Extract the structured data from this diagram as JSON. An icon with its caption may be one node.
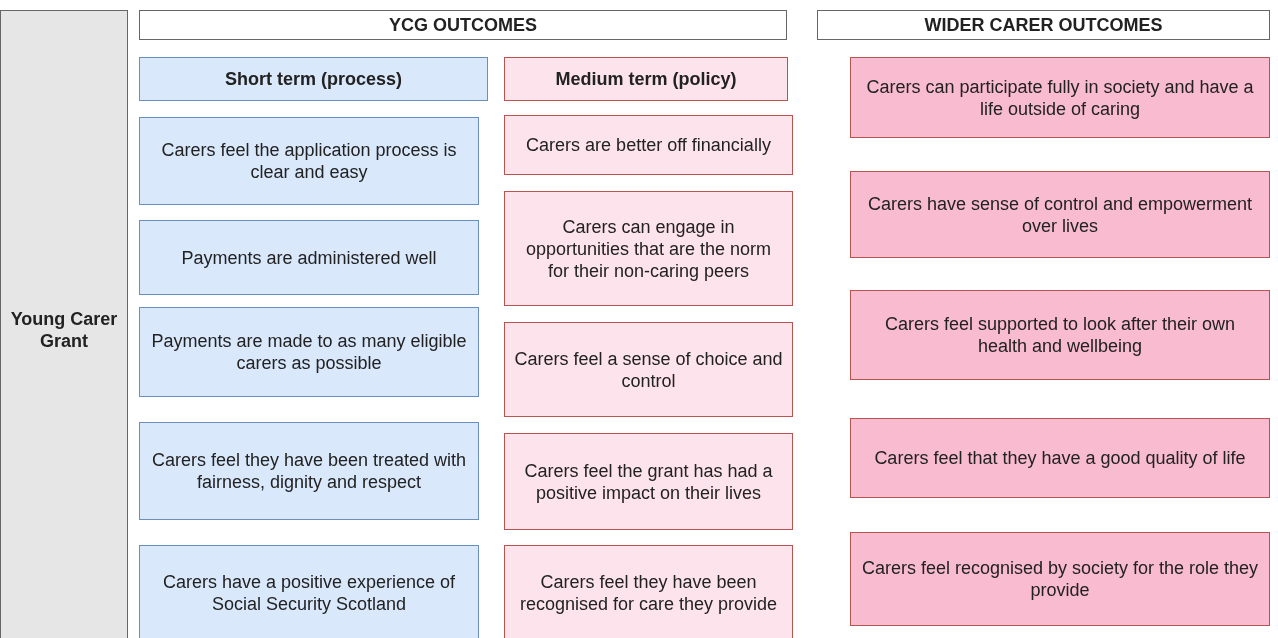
{
  "diagram": {
    "nodes": [
      {
        "text": [
          "Young Carer Grant"
        ]
      },
      {
        "text": [
          "YCG OUTCOMES"
        ]
      },
      {
        "text": [
          "WIDER CARER OUTCOMES"
        ]
      },
      {
        "text": [
          "Short term (process)"
        ]
      },
      {
        "text": [
          "Medium term (policy)"
        ]
      },
      {
        "text": [
          "Carers feel the application process is clear and easy"
        ]
      },
      {
        "text": [
          "Payments are administered well"
        ]
      },
      {
        "text": [
          "Payments are made to as many eligible carers as possible"
        ]
      },
      {
        "text": [
          "Carers feel they have been treated with fairness, dignity and respect"
        ]
      },
      {
        "text": [
          "Carers have a positive experience of Social Security Scotland"
        ]
      },
      {
        "text": [
          "Carers are better off financially"
        ]
      },
      {
        "text": [
          "Carers can engage in opportunities that are the norm for their non-caring peers"
        ]
      },
      {
        "text": [
          "Carers feel a sense of choice and control"
        ]
      },
      {
        "text": [
          "Carers feel the grant has had a positive impact on their lives"
        ]
      },
      {
        "text": [
          "Carers feel they have been recognised for care they provide"
        ]
      },
      {
        "text": [
          "Carers can participate fully in society and have a life outside of caring"
        ]
      },
      {
        "text": [
          "Carers have sense of control and empowerment over lives"
        ]
      },
      {
        "text": [
          "Carers feel supported to look after their own health and wellbeing"
        ]
      },
      {
        "text": [
          "Carers feel that they have a good quality of life"
        ]
      },
      {
        "text": [
          "Carers feel recognised by society for the role they provide"
        ]
      }
    ]
  }
}
